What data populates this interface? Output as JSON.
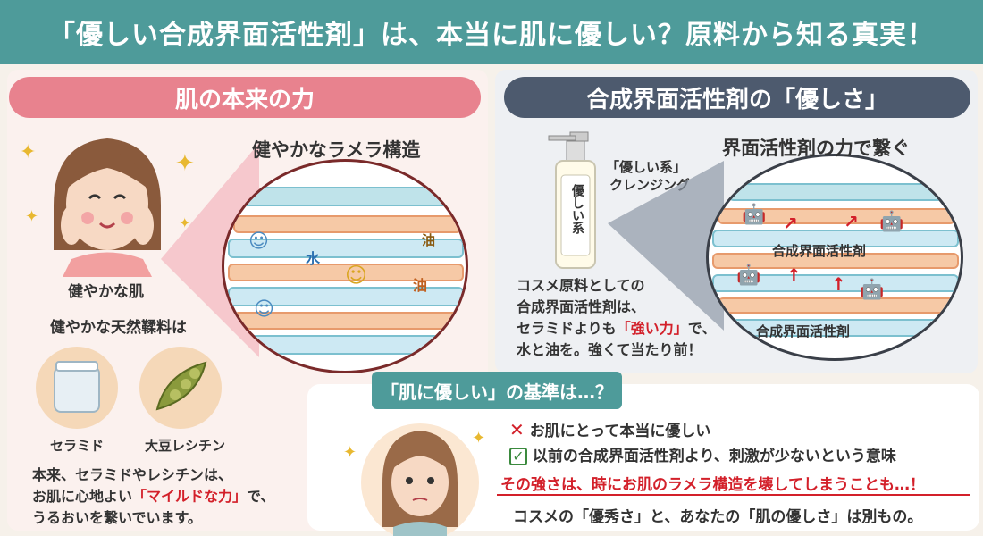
{
  "title": "「優しい合成界面活性剤」は、本当に肌に優しい？原料から知る真実！",
  "left": {
    "header": "肌の本来の力",
    "lamella_title": "健やかなラメラ構造",
    "skin_label": "健やかな肌",
    "water_label": "水",
    "oil_label_1": "油",
    "oil_label_2": "油",
    "natural_title": "健やかな天然鞣料は",
    "ceramide_label": "セラミド",
    "lecithin_label": "大豆レシチン",
    "desc_line1": "本来、セラミドやレシチンは、",
    "desc_line2_pre": "お肌に心地よい",
    "desc_line2_red": "「マイルドな力」",
    "desc_line2_post": "で、",
    "desc_line3": "うるおいを繋いでいます。"
  },
  "right": {
    "header": "合成界面活性剤の「優しさ」",
    "bottle_text": "優しい系",
    "bottle_caption_1": "「優しい系」",
    "bottle_caption_2": "クレンジング",
    "connect_title": "界面活性剤の力で繋ぐ",
    "surfactant_label_1": "合成界面活性剤",
    "surfactant_label_2": "合成界面活性剤",
    "desc_line1": "コスメ原料としての",
    "desc_line2": "合成界面活性剤は、",
    "desc_line3_pre": "セラミドよりも",
    "desc_line3_red": "「強い力」",
    "desc_line3_post": "で、",
    "desc_line4": "水と油を。強くて当たり前！"
  },
  "bottom": {
    "ribbon": "「肌に優しい」の基準は…？",
    "item_x": "お肌にとって本当に優しい",
    "item_check": "以前の合成界面活性剤より、刺激が少ないという意味",
    "warning": "その強さは、時にお肌のラメラ構造を壊してしまうことも…！",
    "conclusion": "コスメの「優秀さ」と、あなたの「肌の優しさ」は別もの。"
  },
  "colors": {
    "teal": "#4e9b9a",
    "pink": "#e8828e",
    "navy": "#4d5a6e",
    "red": "#d3202a"
  }
}
